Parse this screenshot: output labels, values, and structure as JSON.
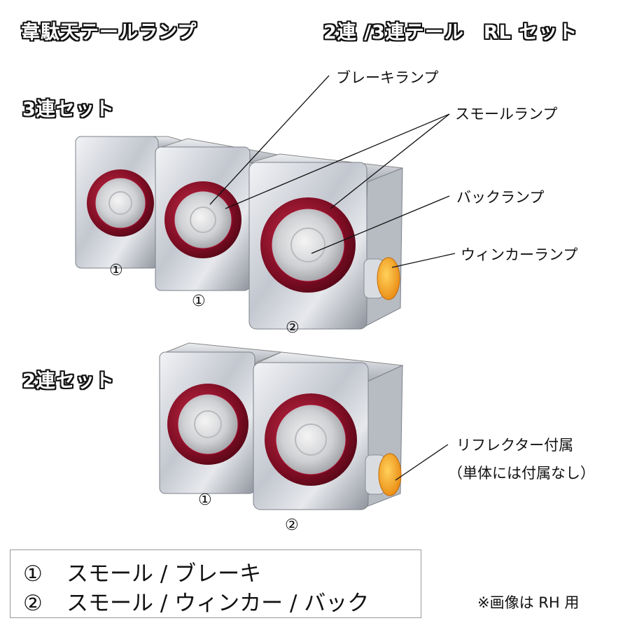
{
  "header": {
    "product_title": "韋駄天テールランプ",
    "set_title": "2連 /3連テール　RL セット"
  },
  "sections": {
    "triple_label": "3連セット",
    "double_label": "2連セット"
  },
  "callouts": {
    "brake": "ブレーキランプ",
    "small": "スモールランプ",
    "back": "バックランプ",
    "winker": "ウィンカーランプ",
    "reflector_line1": "リフレクター付属",
    "reflector_line2": "（単体には付属なし）"
  },
  "unit_numbers": {
    "t1": "①",
    "t2": "①",
    "t3": "②",
    "d1": "①",
    "d2": "②"
  },
  "legend": {
    "row1_mark": "①",
    "row1_text": "スモール / ブレーキ",
    "row2_mark": "②",
    "row2_text": "スモール / ウィンカー / バック"
  },
  "note": "※画像は RH 用",
  "colors": {
    "chrome": "#c9ccd3",
    "lens_ring": "#8c1228",
    "amber": "#f5a21a"
  }
}
